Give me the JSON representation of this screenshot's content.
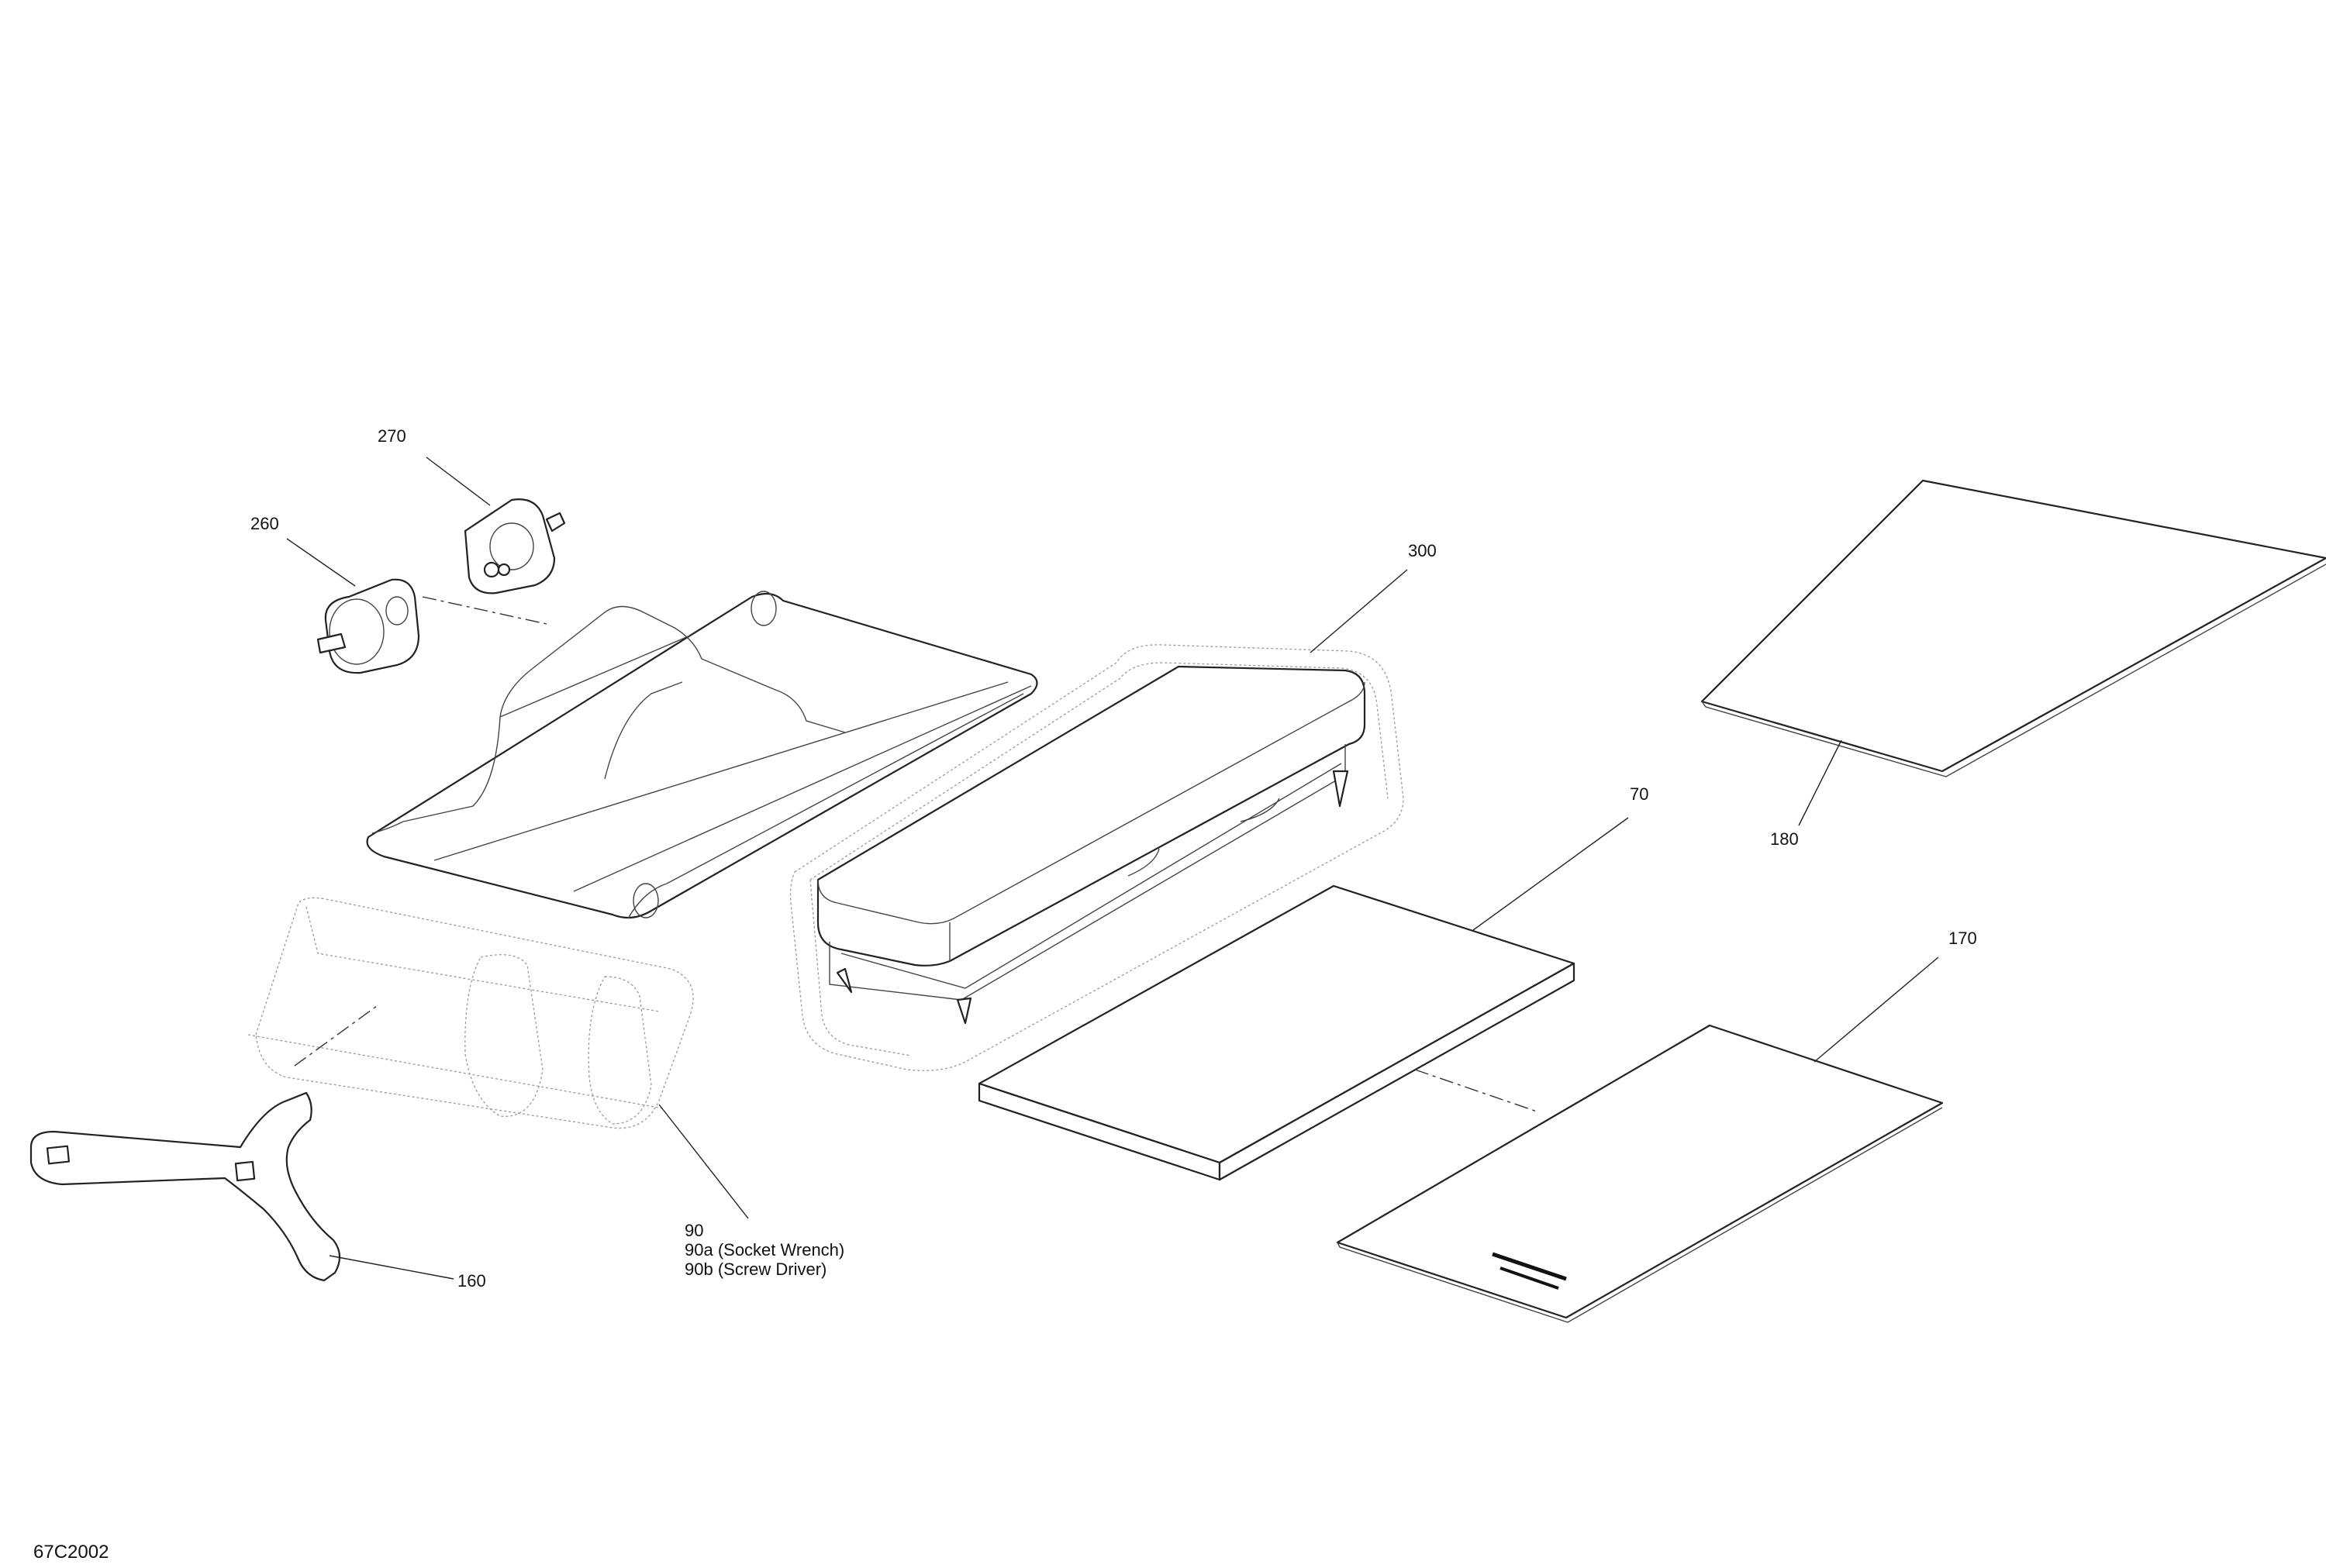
{
  "diagram_code": "67C2002",
  "callouts": {
    "p270": "270",
    "p260": "260",
    "p300": "300",
    "p180": "180",
    "p70": "70",
    "p170": "170",
    "p90": "90",
    "p90a": "90a (Socket Wrench)",
    "p90b": "90b (Screw Driver)",
    "p160": "160"
  }
}
